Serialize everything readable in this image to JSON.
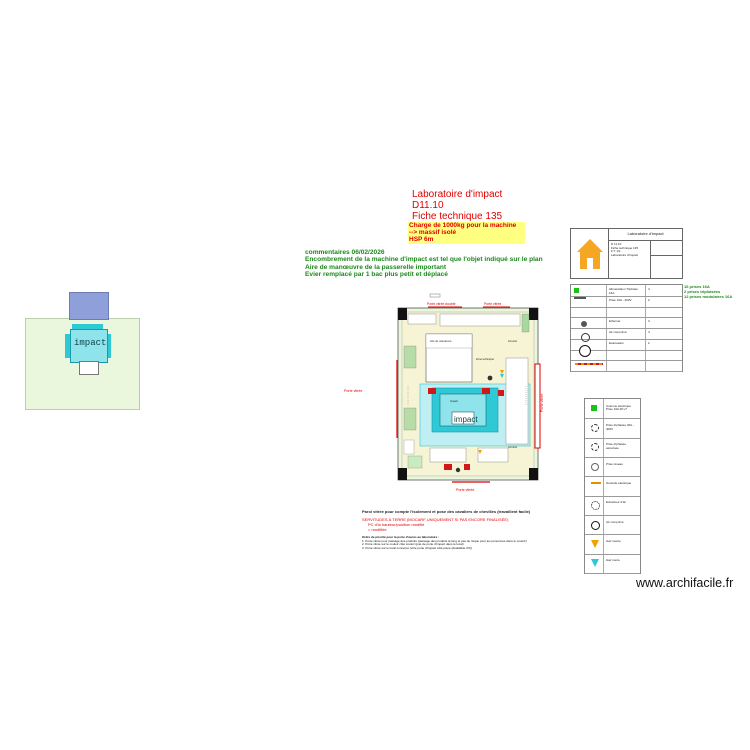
{
  "header": {
    "title_lines": [
      "Laboratoire d'impact",
      "D11.10",
      "Fiche technique 135"
    ],
    "charge_lines": [
      "Charge de 1000kg pour la machine",
      "--> massif isolé",
      "HSP 6m"
    ],
    "comment_lines": [
      "commentaires 06/02/2026",
      "Encombrement de la machine d'impact est tel que l'objet indiqué sur le plan",
      "Aire de manœuvre de la passerelle important",
      "Evier remplacé par 1 bac plus petit et déplacé"
    ]
  },
  "left_drawing": {
    "label": "impact"
  },
  "plan": {
    "doors": [
      "Porte vitrée",
      "Porte vitrée",
      "Porte vitrée",
      "Porte vitrée",
      "Porte vitrée double"
    ],
    "zones": [
      "Aire de manœuvre",
      "Impact",
      "Zone technique",
      "Armoire",
      "Armoire"
    ],
    "notes": [
      "Paroi vitrée pour compte l'isolement et pose des cavaliers de chevilles (travaillent facile)",
      "SERVITUDES À TERRE (MOCARF UNIQUEMENT SI PAS ENCORE FINALISÉE)",
      "PC d'la hauteur/position modifié",
      "> modifiée",
      "Ordre de priorité pour la porte d'accès au laboratoire :",
      "1. Porte vitrée pour passage des produits (passage des produits la long et pas de risque pour les personnes dans le couloir)",
      "2. Porte vitrée sur le couloir côté couloir (pas de porte d'impact dans le local)",
      "3. Porte vitrée sur le local concerné (vitre porte d'impact côté pièce (détailable XX))"
    ]
  },
  "title_block": {
    "heading": "Laboratoire d'impact",
    "info_lines": [
      "D 11.10",
      "Fiche technique 135",
      "F.T. 1/1",
      "Laboratoire d'impact"
    ]
  },
  "legend_top": [
    {
      "label": "Alimentation Triphasé 16A",
      "value": "4"
    },
    {
      "label": "Prise 16A - 400V",
      "value": "2"
    },
    {
      "label": "",
      "value": ""
    },
    {
      "label": "Ethernet",
      "value": "3"
    },
    {
      "label": "Air comprimé",
      "value": "4"
    },
    {
      "label": "Evacuation",
      "value": "2"
    },
    {
      "label": "",
      "value": ""
    },
    {
      "label": "",
      "value": ""
    }
  ],
  "green_note_lines": [
    "16 prises 16A",
    "2 prises triphasées",
    "12 prises modulaires 16A"
  ],
  "legend_right": [
    {
      "label": "Colonne électrique Prise 16A 2P+T"
    },
    {
      "label": "Prise triphasée 32A - 400V"
    },
    {
      "label": "Prise triphasée sécurisée"
    },
    {
      "label": "Prise réseau"
    },
    {
      "label": "Goulotte électrique"
    },
    {
      "label": "Extracteur d'air"
    },
    {
      "label": "Air comprimé"
    },
    {
      "label": "Gaz neutre"
    },
    {
      "label": "Gaz inerte"
    }
  ],
  "footer": {
    "watermark": "www.archifacile.fr"
  },
  "colors": {
    "red_text": "#e00000",
    "green_text": "#1a8a1a",
    "highlight": "#ffff80",
    "cyan": "#2fc9d6",
    "blue_box": "#8f9fd9",
    "light_green": "#eaf7dc"
  }
}
